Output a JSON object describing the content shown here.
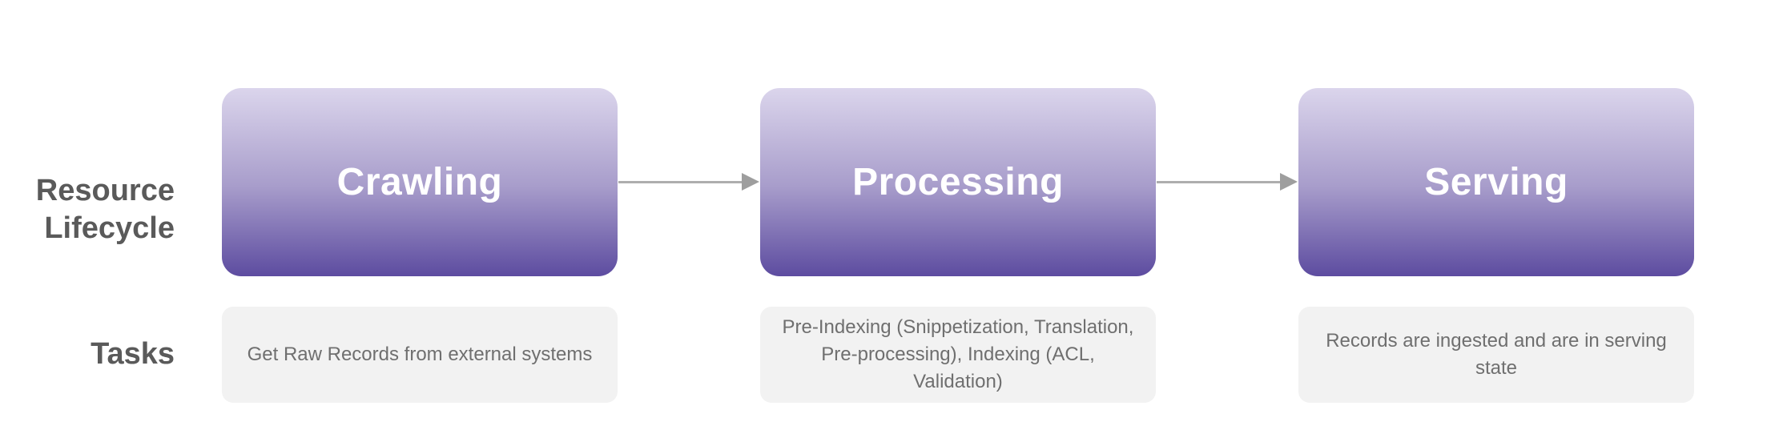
{
  "diagram": {
    "row_labels": {
      "lifecycle": "Resource\nLifecycle",
      "tasks": "Tasks"
    },
    "stages": [
      {
        "title": "Crawling",
        "task": "Get Raw Records from external systems"
      },
      {
        "title": "Processing",
        "task": "Pre-Indexing (Snippetization, Translation,\nPre-processing), Indexing (ACL,\nValidation)"
      },
      {
        "title": "Serving",
        "task": "Records are ingested and are in serving\nstate"
      }
    ],
    "arrows": [
      {
        "from": "Crawling",
        "to": "Processing"
      },
      {
        "from": "Processing",
        "to": "Serving"
      }
    ],
    "colors": {
      "stage_gradient_top": "#dbd5ec",
      "stage_gradient_mid": "#a89dcb",
      "stage_gradient_bottom": "#5d4ca0",
      "stage_title_text": "#ffffff",
      "task_box_bg": "#f2f2f2",
      "task_text": "#6f6f6f",
      "row_label_text": "#5a5a5a",
      "arrow": "#a5a5a5",
      "background": "#ffffff"
    }
  }
}
